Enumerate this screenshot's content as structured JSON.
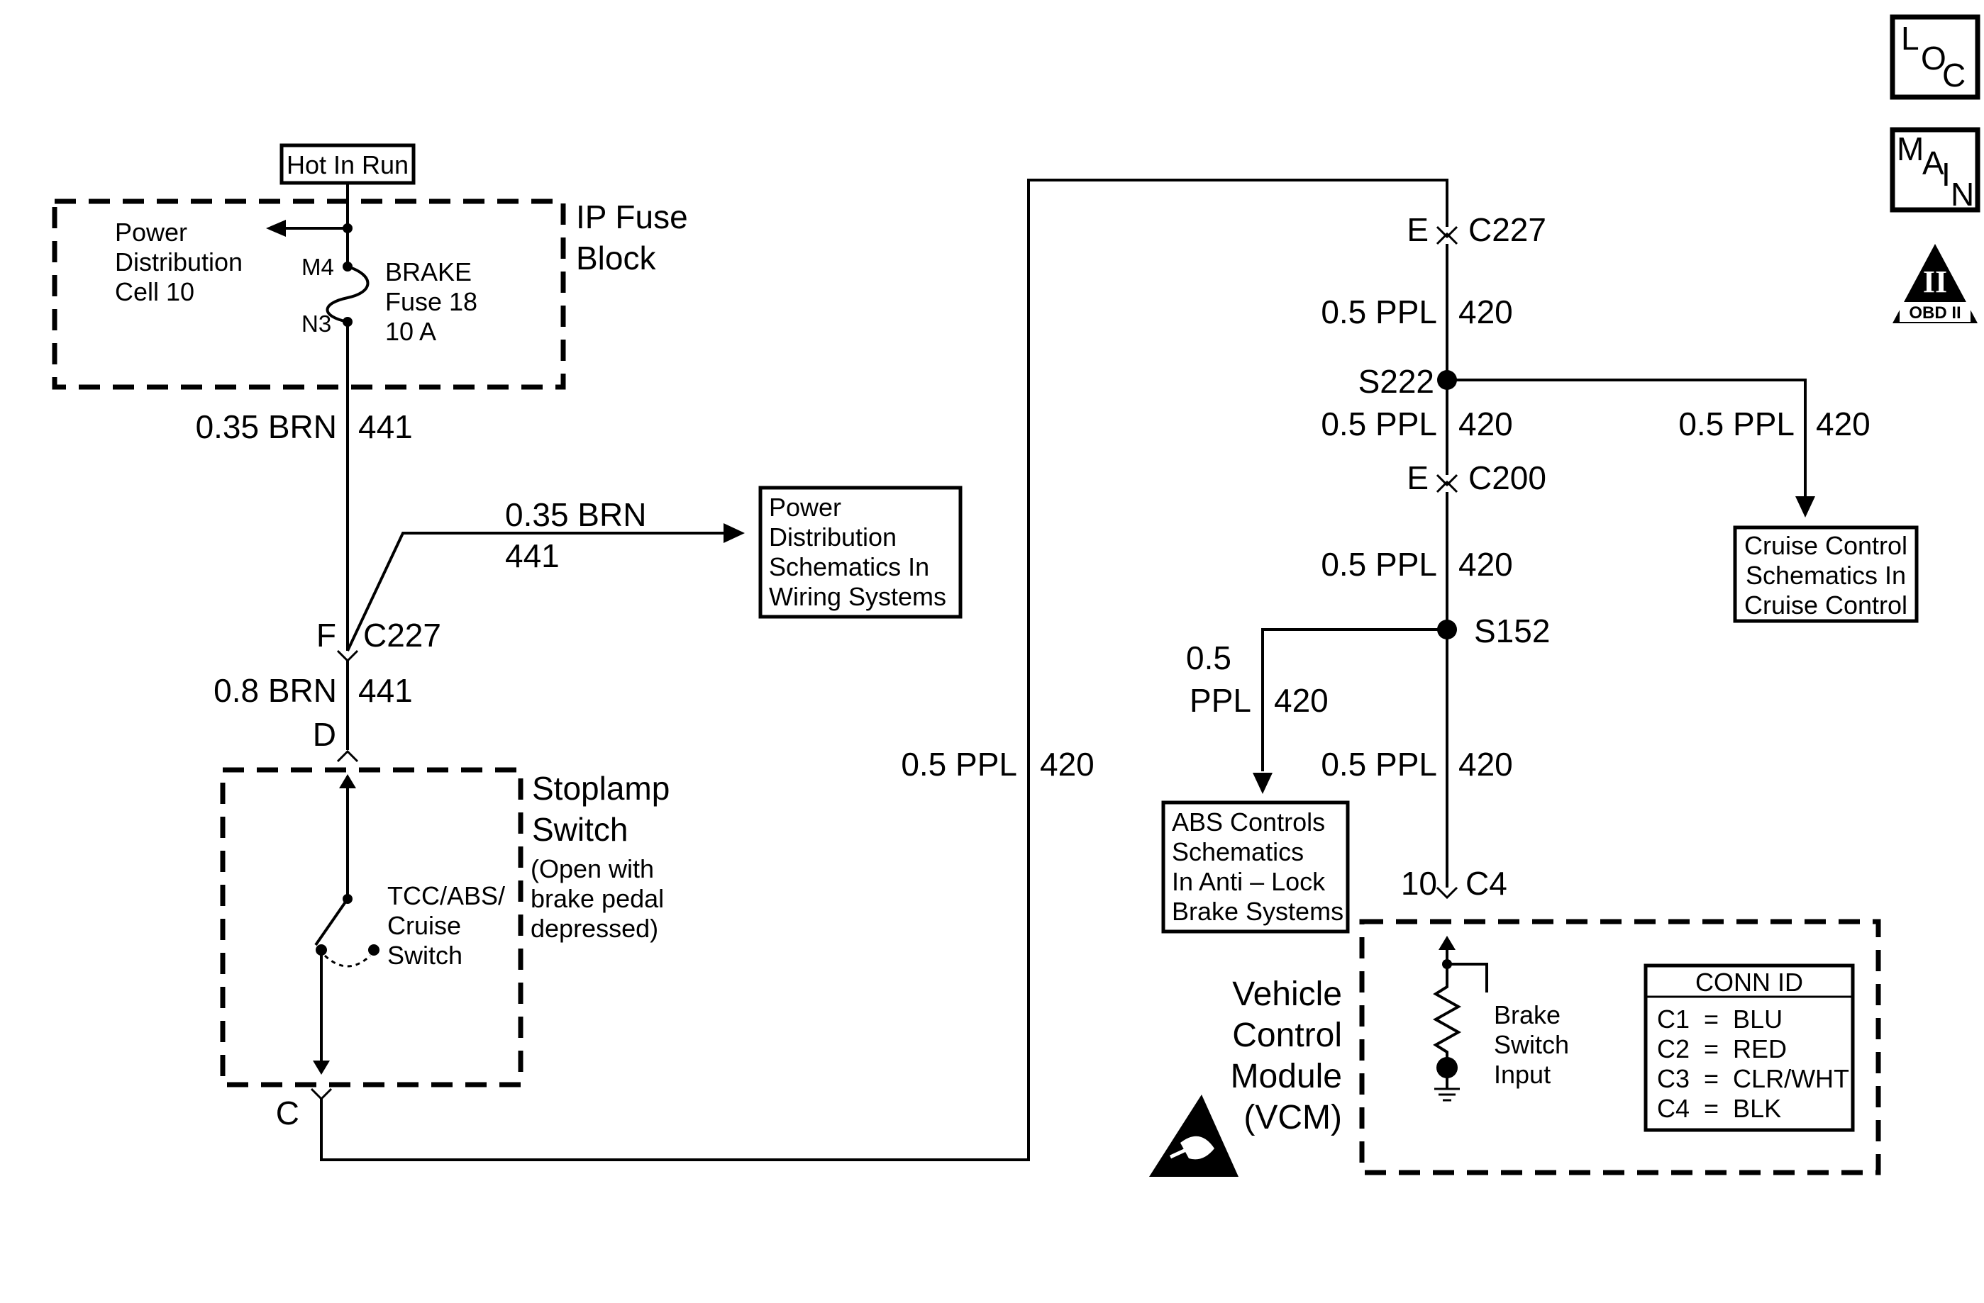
{
  "nav": {
    "loc": {
      "l1": "L",
      "l2": "O",
      "l3": "C"
    },
    "main": {
      "l1": "M",
      "l2": "A",
      "l3": "I",
      "l4": "N"
    },
    "obd": {
      "roman": "II",
      "label": "OBD II"
    }
  },
  "power": {
    "hot_label": "Hot In Run",
    "fuse_block": [
      "IP Fuse",
      "Block"
    ],
    "pdc": [
      "Power",
      "Distribution",
      "Cell 10"
    ],
    "m4": "M4",
    "n3": "N3",
    "fuse": [
      "BRAKE",
      "Fuse 18",
      "10 A"
    ]
  },
  "left_wiring": {
    "w1": {
      "size": "0.35 BRN",
      "circuit": "441"
    },
    "branch": {
      "size": "0.35 BRN",
      "circuit": "441"
    },
    "pd_box": [
      "Power",
      "Distribution",
      "Schematics In",
      "Wiring Systems"
    ],
    "c227": {
      "pin": "F",
      "name": "C227"
    },
    "w2": {
      "size": "0.8 BRN",
      "circuit": "441"
    },
    "pin_d": "D",
    "pin_c": "C",
    "bottom": {
      "size": "0.5 PPL",
      "circuit": "420"
    }
  },
  "stoplamp": {
    "title": [
      "Stoplamp",
      "Switch"
    ],
    "note": [
      "(Open with",
      "brake pedal",
      "depressed)"
    ],
    "switch": [
      "TCC/ABS/",
      "Cruise",
      "Switch"
    ]
  },
  "right_wiring": {
    "c227": {
      "pin": "E",
      "name": "C227"
    },
    "w1": {
      "size": "0.5 PPL",
      "circuit": "420"
    },
    "s222": "S222",
    "w2": {
      "size": "0.5 PPL",
      "circuit": "420"
    },
    "cruise_wire": {
      "size": "0.5 PPL",
      "circuit": "420"
    },
    "cruise_box": [
      "Cruise Control",
      "Schematics In",
      "Cruise Control"
    ],
    "c200": {
      "pin": "E",
      "name": "C200"
    },
    "w3": {
      "size": "0.5 PPL",
      "circuit": "420"
    },
    "s152": "S152",
    "abs_wire": {
      "size1": "0.5",
      "size2": "PPL",
      "circuit": "420"
    },
    "abs_box": [
      "ABS Controls",
      "Schematics",
      "In Anti – Lock",
      "Brake Systems"
    ],
    "w4": {
      "size": "0.5 PPL",
      "circuit": "420"
    },
    "c4": {
      "pin": "10",
      "name": "C4"
    }
  },
  "vcm": {
    "title": [
      "Vehicle",
      "Control",
      "Module",
      "(VCM)"
    ],
    "input": [
      "Brake",
      "Switch",
      "Input"
    ],
    "conn_id": {
      "title": "CONN ID",
      "rows": [
        "C1  =  BLU",
        "C2  =  RED",
        "C3  =  CLR/WHT",
        "C4  =  BLK"
      ]
    }
  }
}
